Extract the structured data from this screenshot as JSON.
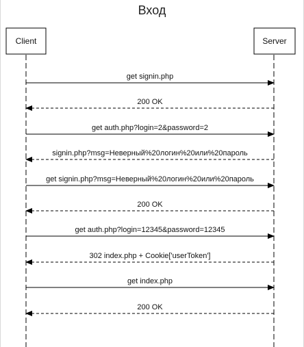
{
  "diagram": {
    "title": "Вход",
    "participants": [
      {
        "label": "Client"
      },
      {
        "label": "Server"
      }
    ],
    "messages": [
      {
        "label": "get signin.php",
        "from": "Client",
        "to": "Server",
        "style": "solid"
      },
      {
        "label": "200 OK",
        "from": "Server",
        "to": "Client",
        "style": "dashed"
      },
      {
        "label": "get auth.php?login=2&password=2",
        "from": "Client",
        "to": "Server",
        "style": "solid"
      },
      {
        "label": "signin.php?msg=Неверный%20логин%20или%20пароль",
        "from": "Server",
        "to": "Client",
        "style": "dashed"
      },
      {
        "label": "get signin.php?msg=Неверный%20логин%20или%20пароль",
        "from": "Client",
        "to": "Server",
        "style": "solid"
      },
      {
        "label": "200 OK",
        "from": "Server",
        "to": "Client",
        "style": "dashed"
      },
      {
        "label": "get auth.php?login=12345&password=12345",
        "from": "Client",
        "to": "Server",
        "style": "solid"
      },
      {
        "label": "302 index.php + Cookie['userToken']",
        "from": "Server",
        "to": "Client",
        "style": "dashed"
      },
      {
        "label": "get index.php",
        "from": "Client",
        "to": "Server",
        "style": "solid"
      },
      {
        "label": "200 OK",
        "from": "Server",
        "to": "Client",
        "style": "dashed"
      }
    ]
  }
}
